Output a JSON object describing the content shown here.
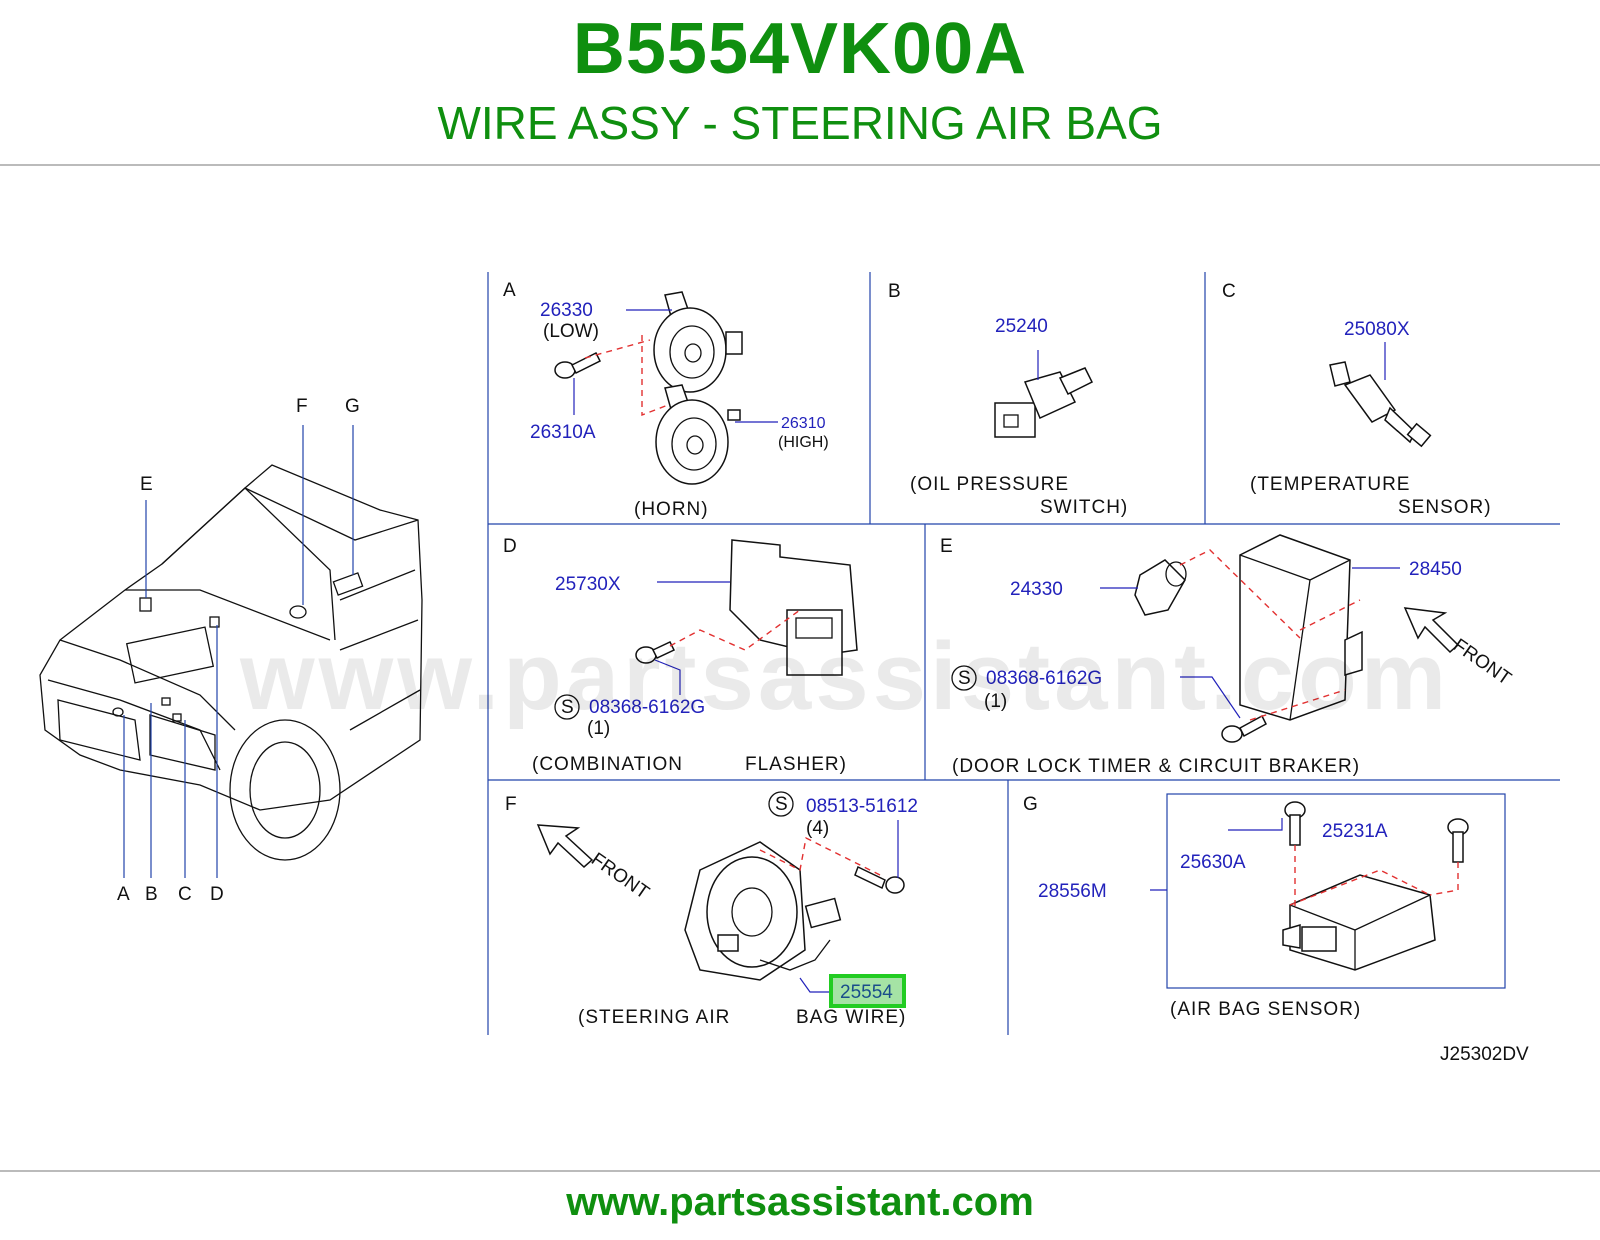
{
  "header": {
    "part_number": "B5554VK00A",
    "part_name": "WIRE ASSY - STEERING AIR BAG"
  },
  "footer": {
    "url": "www.partsassistant.com"
  },
  "watermark": "www.partsassistant.com",
  "diagram_code": "J25302DV",
  "vehicle_labels": {
    "a": "A",
    "b": "B",
    "c": "C",
    "d": "D",
    "e": "E",
    "f": "F",
    "g": "G"
  },
  "sections": {
    "a": {
      "letter": "A",
      "caption": "(HORN)",
      "p1": "26330",
      "p1_note": "(LOW)",
      "p2": "26310A",
      "p3": "26310",
      "p3_note": "(HIGH)"
    },
    "b": {
      "letter": "B",
      "caption_1": "(OIL   PRESSURE",
      "caption_2": "SWITCH)",
      "p1": "25240"
    },
    "c": {
      "letter": "C",
      "caption_1": "(TEMPERATURE",
      "caption_2": "SENSOR)",
      "p1": "25080X"
    },
    "d": {
      "letter": "D",
      "caption_1": "(COMBINATION",
      "caption_2": "FLASHER)",
      "p1": "25730X",
      "s_mark": "S",
      "p2": "08368-6162G",
      "p2_qty": "(1)"
    },
    "e": {
      "letter": "E",
      "caption": "(DOOR   LOCK   TIMER   &   CIRCUIT   BRAKER)",
      "p1": "24330",
      "p2": "28450",
      "s_mark": "S",
      "p3": "08368-6162G",
      "p3_qty": "(1)",
      "front": "FRONT"
    },
    "f": {
      "letter": "F",
      "caption_1": "(STEERING   AIR",
      "caption_2": "BAG   WIRE)",
      "s_mark": "S",
      "p1": "08513-51612",
      "p1_qty": "(4)",
      "p2": "25554",
      "front": "FRONT"
    },
    "g": {
      "letter": "G",
      "caption": "(AIR   BAG   SENSOR)",
      "p1": "25630A",
      "p2": "25231A",
      "p3": "28556M"
    }
  },
  "colors": {
    "brand_green": "#0f8f0f",
    "part_blue": "#2222bb",
    "highlight_green": "#22cc22",
    "dash_red": "#e23030"
  }
}
